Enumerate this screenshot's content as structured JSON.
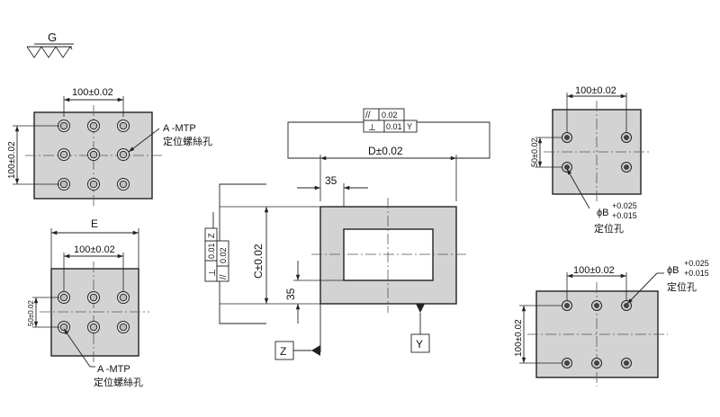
{
  "surface_symbol": {
    "grade": "G"
  },
  "panel_top_left": {
    "dim_horizontal": "100±0.02",
    "dim_vertical": "100±0.02",
    "callout_line1": "A -MTP",
    "callout_line2": "定位螺絲孔"
  },
  "panel_bottom_left": {
    "dim_overall": "E",
    "dim_horizontal": "100±0.02",
    "dim_vertical": "50±0.02",
    "callout_line1": "A -MTP",
    "callout_line2": "定位螺絲孔"
  },
  "panel_center": {
    "tol_parallel_symbol": "//",
    "tol_parallel_value": "0.02",
    "tol_perp_symbol": "⊥",
    "tol_perp_value": "0.01",
    "tol_perp_datum_y": "Y",
    "tol_perp_datum_z": "Z",
    "dim_width": "D±0.02",
    "dim_height": "C±0.02",
    "dim_frame_top": "35",
    "dim_frame_left": "35",
    "datum_z": "Z",
    "datum_y": "Y"
  },
  "panel_top_right": {
    "dim_horizontal": "100±0.02",
    "dim_vertical": "50±0.02",
    "callout_line1": "ϕB",
    "callout_tol_upper": "+0.025",
    "callout_tol_lower": "+0.015",
    "callout_line2": "定位孔"
  },
  "panel_bottom_right": {
    "dim_horizontal": "100±0.02",
    "dim_vertical": "100±0.02",
    "callout_line1": "ϕB",
    "callout_tol_upper": "+0.025",
    "callout_tol_lower": "+0.015",
    "callout_line2": "定位孔"
  }
}
